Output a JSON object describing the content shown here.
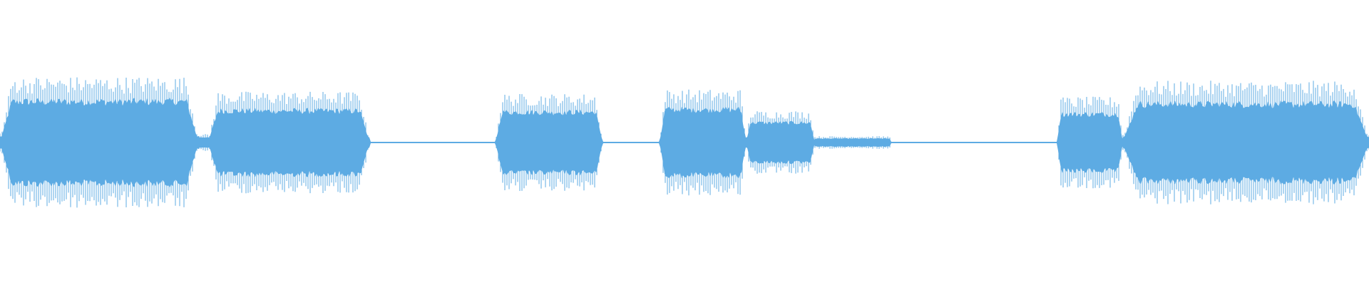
{
  "waveform": {
    "color": "#5dabe3",
    "background": "#ffffff",
    "segments": [
      {
        "start": 0.0,
        "end": 0.145,
        "level": 0.62
      },
      {
        "start": 0.145,
        "end": 0.152,
        "level": 0.08
      },
      {
        "start": 0.152,
        "end": 0.27,
        "level": 0.48
      },
      {
        "start": 0.27,
        "end": 0.362,
        "level": 0.01
      },
      {
        "start": 0.362,
        "end": 0.44,
        "level": 0.46
      },
      {
        "start": 0.44,
        "end": 0.482,
        "level": 0.01
      },
      {
        "start": 0.482,
        "end": 0.545,
        "level": 0.5
      },
      {
        "start": 0.545,
        "end": 0.595,
        "level": 0.3
      },
      {
        "start": 0.595,
        "end": 0.65,
        "level": 0.06
      },
      {
        "start": 0.65,
        "end": 0.772,
        "level": 0.01
      },
      {
        "start": 0.772,
        "end": 0.82,
        "level": 0.43
      },
      {
        "start": 0.82,
        "end": 1.0,
        "level": 0.58
      }
    ]
  }
}
